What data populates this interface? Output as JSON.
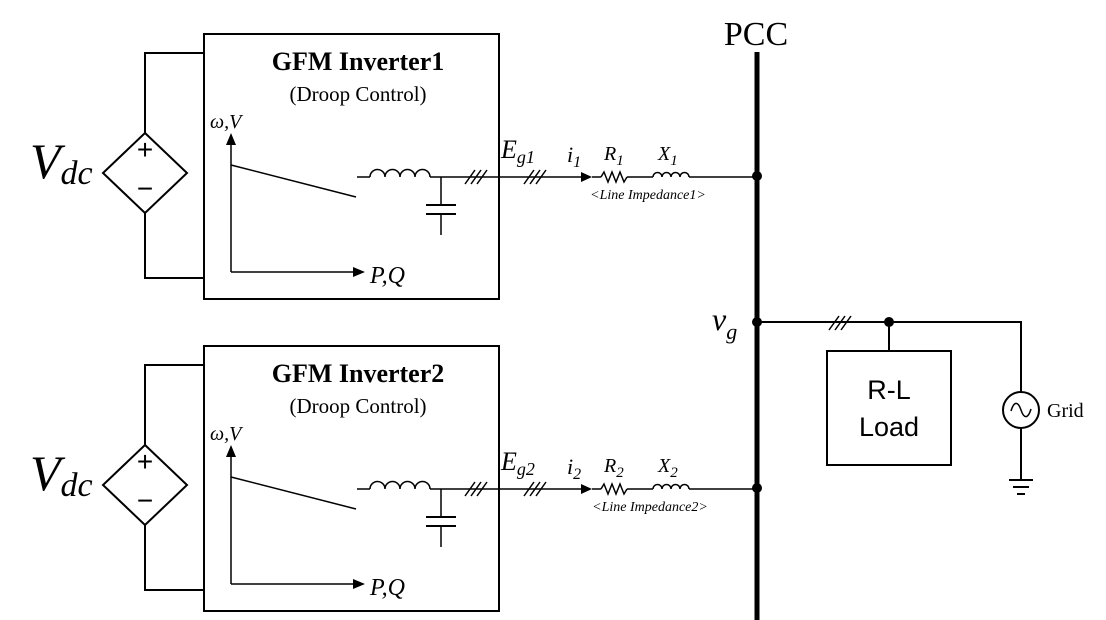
{
  "bus": {
    "label": "PCC"
  },
  "inverters": [
    {
      "title": "GFM Inverter1",
      "subtitle": "(Droop Control)",
      "dc_symbol": "V",
      "dc_subscript": "dc",
      "plus": "+",
      "minus": "−",
      "y_axis_label": "ω,V",
      "x_axis_label": "P,Q",
      "voltage_symbol": "E",
      "voltage_subscript": "g1",
      "current_symbol": "i",
      "current_subscript": "1",
      "r_symbol": "R",
      "r_subscript": "1",
      "x_symbol": "X",
      "x_subscript": "1",
      "line_caption": "<Line Impedance1>"
    },
    {
      "title": "GFM Inverter2",
      "subtitle": "(Droop Control)",
      "dc_symbol": "V",
      "dc_subscript": "dc",
      "plus": "+",
      "minus": "−",
      "y_axis_label": "ω,V",
      "x_axis_label": "P,Q",
      "voltage_symbol": "E",
      "voltage_subscript": "g2",
      "current_symbol": "i",
      "current_subscript": "2",
      "r_symbol": "R",
      "r_subscript": "2",
      "x_symbol": "X",
      "x_subscript": "2",
      "line_caption": "<Line Impedance2>"
    }
  ],
  "grid_node": {
    "symbol": "v",
    "subscript": "g"
  },
  "load": {
    "line1": "R-L",
    "line2": "Load"
  },
  "grid": {
    "label": "Grid"
  }
}
